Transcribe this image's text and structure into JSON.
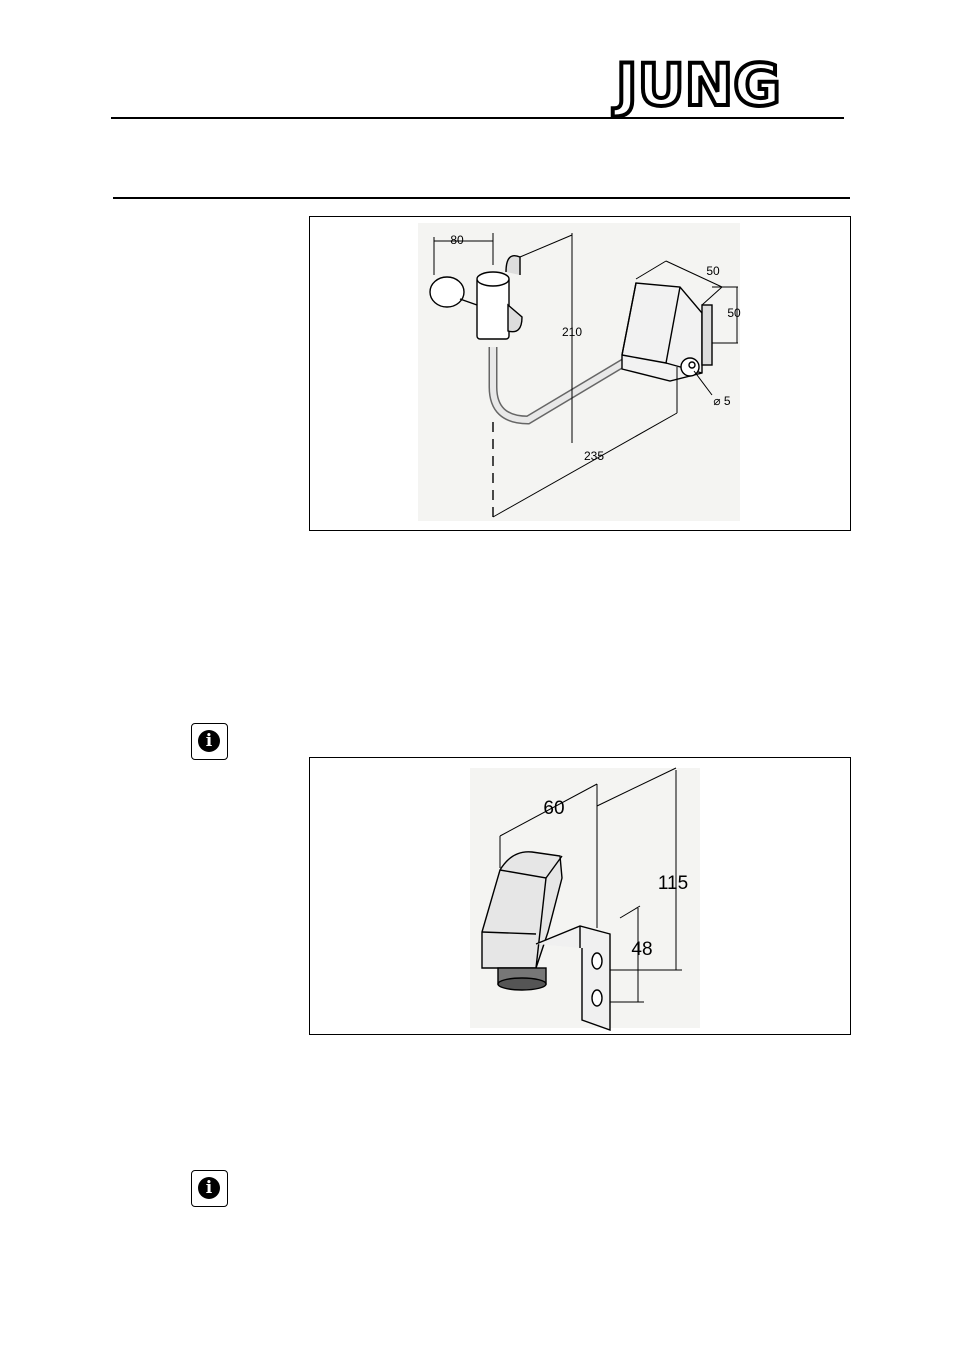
{
  "header": {
    "logo_text": "JUNG"
  },
  "figure1": {
    "dimensions": {
      "d80": "80",
      "d210": "210",
      "d235": "235",
      "d50_top": "50",
      "d50_side": "50",
      "diam": "⌀ 5"
    }
  },
  "figure2": {
    "dimensions": {
      "d60": "60",
      "d115": "115",
      "d48": "48"
    }
  },
  "info_icon_glyph": "i"
}
